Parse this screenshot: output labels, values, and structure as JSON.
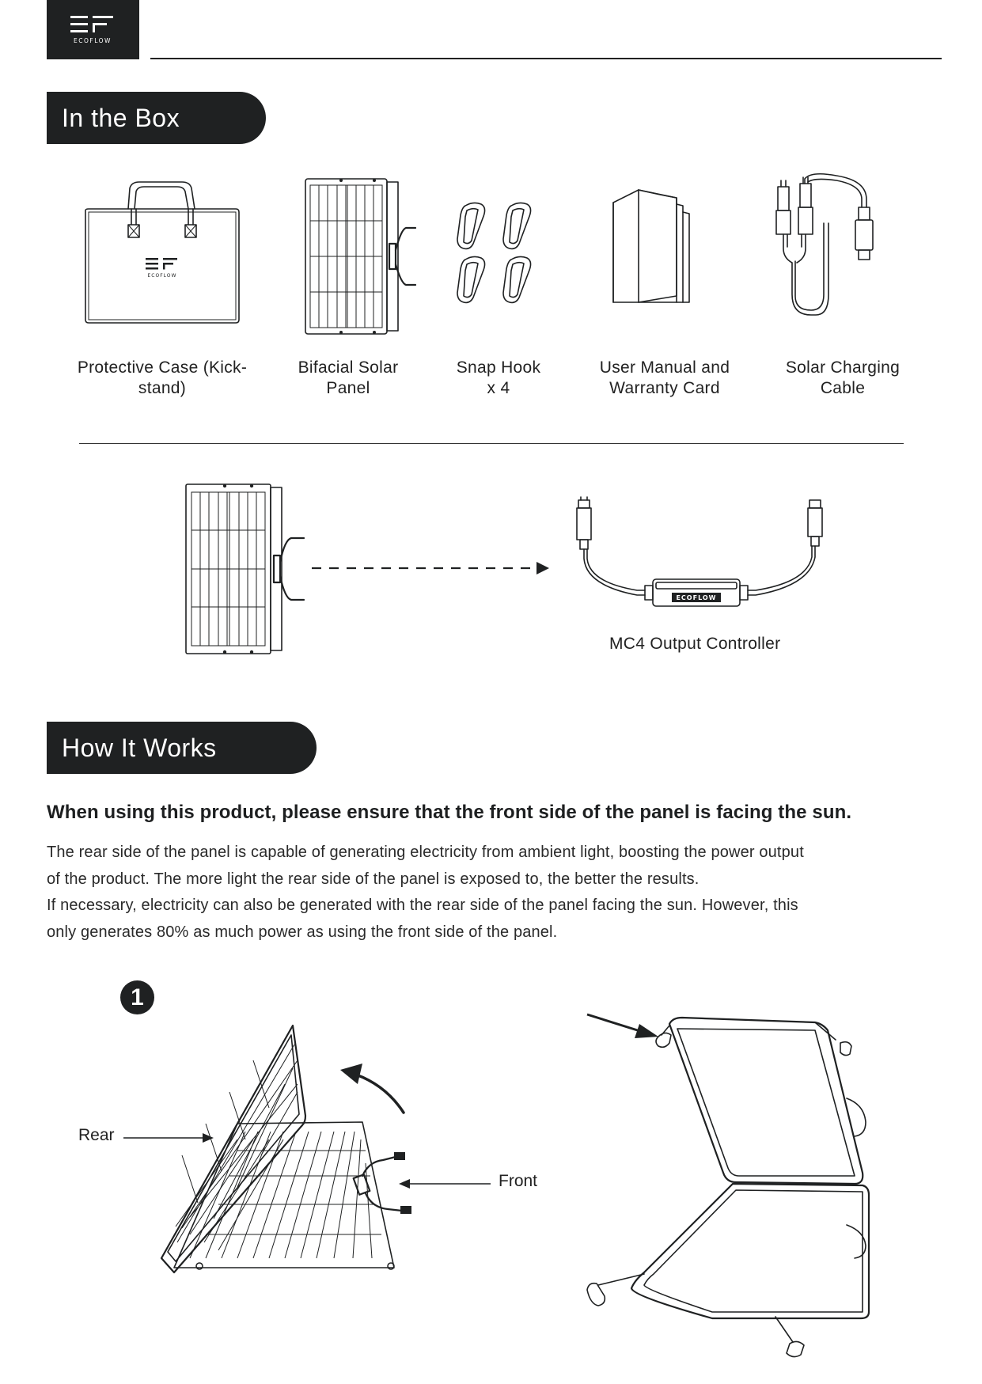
{
  "header": {
    "brand": "ECOFLOW"
  },
  "in_the_box": {
    "title": "In the Box",
    "items": [
      {
        "line1": "Protective Case (Kick-",
        "line2": "stand)",
        "icon": "protective-case-icon"
      },
      {
        "line1": "Bifacial Solar",
        "line2": "Panel",
        "icon": "solar-panel-icon"
      },
      {
        "line1": "Snap Hook",
        "line2": "x 4",
        "icon": "snap-hook-icon"
      },
      {
        "line1": "User Manual and",
        "line2": "Warranty Card",
        "icon": "manual-icon"
      },
      {
        "line1": "Solar Charging",
        "line2": "Cable",
        "icon": "charging-cable-icon"
      }
    ],
    "controller_label": "MC4 Output Controller",
    "controller_brand": "ECOFLOW"
  },
  "how_it_works": {
    "title": "How It Works",
    "lead": "When using this product, please ensure that the front side of the panel is facing the sun.",
    "para_lines": [
      "The rear side of the panel is capable of generating electricity from ambient light, boosting the power output",
      "of the product. The more light the rear side of the panel is exposed to, the better the results.",
      "If necessary, electricity can also be generated with the rear side of the panel facing the sun. However, this",
      "only generates 80% as much power as using the front side of the panel."
    ],
    "step_number": "1",
    "rear_label": "Rear",
    "front_label": "Front"
  },
  "colors": {
    "dark": "#1f2122",
    "text": "#222222"
  }
}
